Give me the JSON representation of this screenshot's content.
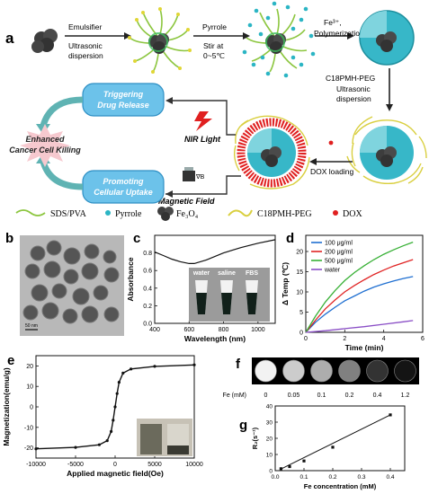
{
  "panel_labels": {
    "a": "a",
    "b": "b",
    "c": "c",
    "d": "d",
    "e": "e",
    "f": "f",
    "g": "g"
  },
  "scheme": {
    "emulsifier": "Emulsifier",
    "ultrasonic_dispersion_1": "Ultrasonic",
    "ultrasonic_dispersion_2": "dispersion",
    "pyrrole_label": "Pyrrole",
    "stir_label": "Stir at",
    "stir_temp": "0~5℃",
    "fe_label": "Fe³⁺,",
    "polymerization": "Polymerization",
    "c18_label": "C18PMH-PEG",
    "ultrasonic_2": "Ultrasonic",
    "dispersion_2": "dispersion",
    "dox_loading": "DOX loading",
    "triggering_1": "Triggering",
    "triggering_2": "Drug Release",
    "enhanced_1": "Enhanced",
    "enhanced_2": "Cancer Cell Killing",
    "promoting_1": "Promoting",
    "promoting_2": "Cellular Uptake",
    "nir_light": "NIR Light",
    "magnetic_field": "Magnetic Field",
    "grad_b": "∇B",
    "legend": {
      "sds_pva": "SDS/PVA",
      "pyrrole": "Pyrrole",
      "fe3o4": "Fe₃O₄",
      "c18": "C18PMH-PEG",
      "dox": "DOX"
    },
    "colors": {
      "shell": "#2fb6c9",
      "core": "#3a3a3a",
      "green_ligand": "#7cc142",
      "yellow_ligand": "#d6d040",
      "dox_red": "#e02020",
      "box_blue": "#5fb8e6",
      "arrow_teal": "#5fb3b3"
    }
  },
  "panel_b": {
    "scale_label": "50 nm"
  },
  "chart_data": [
    {
      "id": "c",
      "type": "line",
      "xlabel": "Wavelength (nm)",
      "ylabel": "Absorbance",
      "xlim": [
        400,
        1100
      ],
      "ylim": [
        0,
        1.0
      ],
      "xticks": [
        400,
        600,
        800,
        1000
      ],
      "yticks": [
        0.0,
        0.2,
        0.4,
        0.6,
        0.8
      ],
      "series": [
        {
          "values_x": [
            400,
            450,
            500,
            550,
            600,
            630,
            700,
            800,
            900,
            1000,
            1100
          ],
          "values_y": [
            0.81,
            0.77,
            0.73,
            0.7,
            0.68,
            0.68,
            0.72,
            0.8,
            0.86,
            0.91,
            0.95
          ]
        }
      ],
      "inset_labels": [
        "water",
        "saline",
        "FBS"
      ]
    },
    {
      "id": "d",
      "type": "line",
      "xlabel": "Time (min)",
      "ylabel": "Δ Temp (℃)",
      "xlim": [
        0,
        6
      ],
      "ylim": [
        0,
        24
      ],
      "xticks": [
        0,
        2,
        4,
        6
      ],
      "yticks": [
        0,
        5,
        10,
        15,
        20
      ],
      "series": [
        {
          "name": "100 μg/ml",
          "color": "#1f6fd1",
          "x": [
            0,
            0.5,
            1,
            1.5,
            2,
            2.5,
            3,
            3.5,
            4,
            4.5,
            5,
            5.5
          ],
          "y": [
            0,
            2.5,
            4.5,
            6.2,
            7.8,
            9.0,
            10.2,
            11.2,
            12.0,
            12.7,
            13.3,
            13.8
          ]
        },
        {
          "name": "200 μg/ml",
          "color": "#e02424",
          "x": [
            0,
            0.5,
            1,
            1.5,
            2,
            2.5,
            3,
            3.5,
            4,
            4.5,
            5,
            5.5
          ],
          "y": [
            0,
            3.0,
            5.8,
            8.0,
            10.0,
            11.6,
            13.0,
            14.3,
            15.4,
            16.4,
            17.2,
            18.0
          ]
        },
        {
          "name": "500 μg/ml",
          "color": "#37b035",
          "x": [
            0,
            0.5,
            1,
            1.5,
            2,
            2.5,
            3,
            3.5,
            4,
            4.5,
            5,
            5.5
          ],
          "y": [
            0,
            4.0,
            7.5,
            10.3,
            12.8,
            14.8,
            16.5,
            18.0,
            19.3,
            20.4,
            21.4,
            22.3
          ]
        },
        {
          "name": "water",
          "color": "#8a4ec6",
          "x": [
            0,
            1,
            2,
            3,
            4,
            5,
            5.5
          ],
          "y": [
            0,
            0.4,
            0.9,
            1.4,
            2.0,
            2.6,
            2.9
          ]
        }
      ]
    },
    {
      "id": "e",
      "type": "line",
      "xlabel": "Applied magnetic field(Oe)",
      "ylabel": "Magnetization(emu/g)",
      "xlim": [
        -10000,
        10000
      ],
      "ylim": [
        -25,
        25
      ],
      "xticks": [
        -10000,
        -5000,
        0,
        5000,
        10000
      ],
      "yticks": [
        -20,
        -10,
        0,
        10,
        20
      ],
      "series": [
        {
          "x": [
            -10000,
            -5000,
            -2000,
            -1000,
            -500,
            -250,
            0,
            250,
            500,
            1000,
            2000,
            5000,
            10000
          ],
          "y": [
            -20.5,
            -19.8,
            -18.5,
            -16.5,
            -12,
            -6.5,
            0,
            6.5,
            12,
            16.5,
            18.5,
            19.8,
            20.5
          ]
        }
      ]
    },
    {
      "id": "f",
      "type": "table",
      "row_label": "Fe (mM)",
      "concentrations": [
        "0",
        "0.05",
        "0.1",
        "0.2",
        "0.4",
        "1.2"
      ],
      "brightness": [
        0.95,
        0.8,
        0.68,
        0.5,
        0.2,
        0.08
      ]
    },
    {
      "id": "g",
      "type": "scatter",
      "xlabel": "Fe concentration (mM)",
      "ylabel": "R₂(s⁻¹)",
      "xlim": [
        0,
        0.45
      ],
      "ylim": [
        0,
        40
      ],
      "xticks": [
        0.0,
        0.1,
        0.2,
        0.3,
        0.4
      ],
      "yticks": [
        0,
        10,
        20,
        30,
        40
      ],
      "x": [
        0.02,
        0.05,
        0.1,
        0.2,
        0.4
      ],
      "y": [
        1.2,
        2.5,
        6.0,
        14.5,
        34.5
      ],
      "fit_line": {
        "x": [
          0.02,
          0.4
        ],
        "y": [
          1.0,
          34.5
        ]
      }
    }
  ]
}
